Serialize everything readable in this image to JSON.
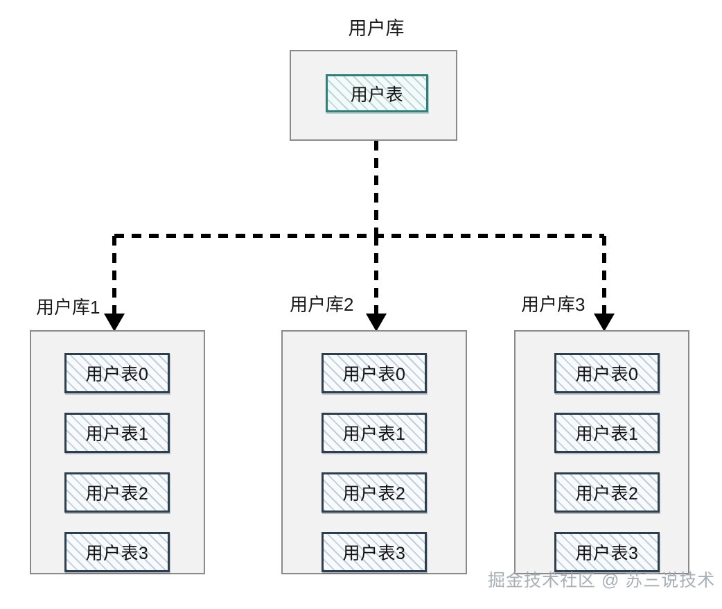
{
  "diagram": {
    "title": "用户库",
    "root": {
      "label": "用户库",
      "table": "用户表"
    },
    "shards": [
      {
        "label": "用户库1",
        "tables": [
          "用户表0",
          "用户表1",
          "用户表2",
          "用户表3"
        ]
      },
      {
        "label": "用户库2",
        "tables": [
          "用户表0",
          "用户表1",
          "用户表2",
          "用户表3"
        ]
      },
      {
        "label": "用户库3",
        "tables": [
          "用户表0",
          "用户表1",
          "用户表2",
          "用户表3"
        ]
      }
    ],
    "watermark": "掘金技术社区 @ 苏三说技术",
    "colors": {
      "container_fill": "#f2f2f2",
      "container_border": "#8a8a8a",
      "table_border": "#2d3f4f",
      "table_fill": "#f7fbfd",
      "root_table_border": "#2b8279",
      "root_table_fill": "#f2fbfa",
      "connector": "#000000",
      "text": "#1a1a1a",
      "watermark": "#9aa3ab",
      "background": "#ffffff"
    }
  }
}
